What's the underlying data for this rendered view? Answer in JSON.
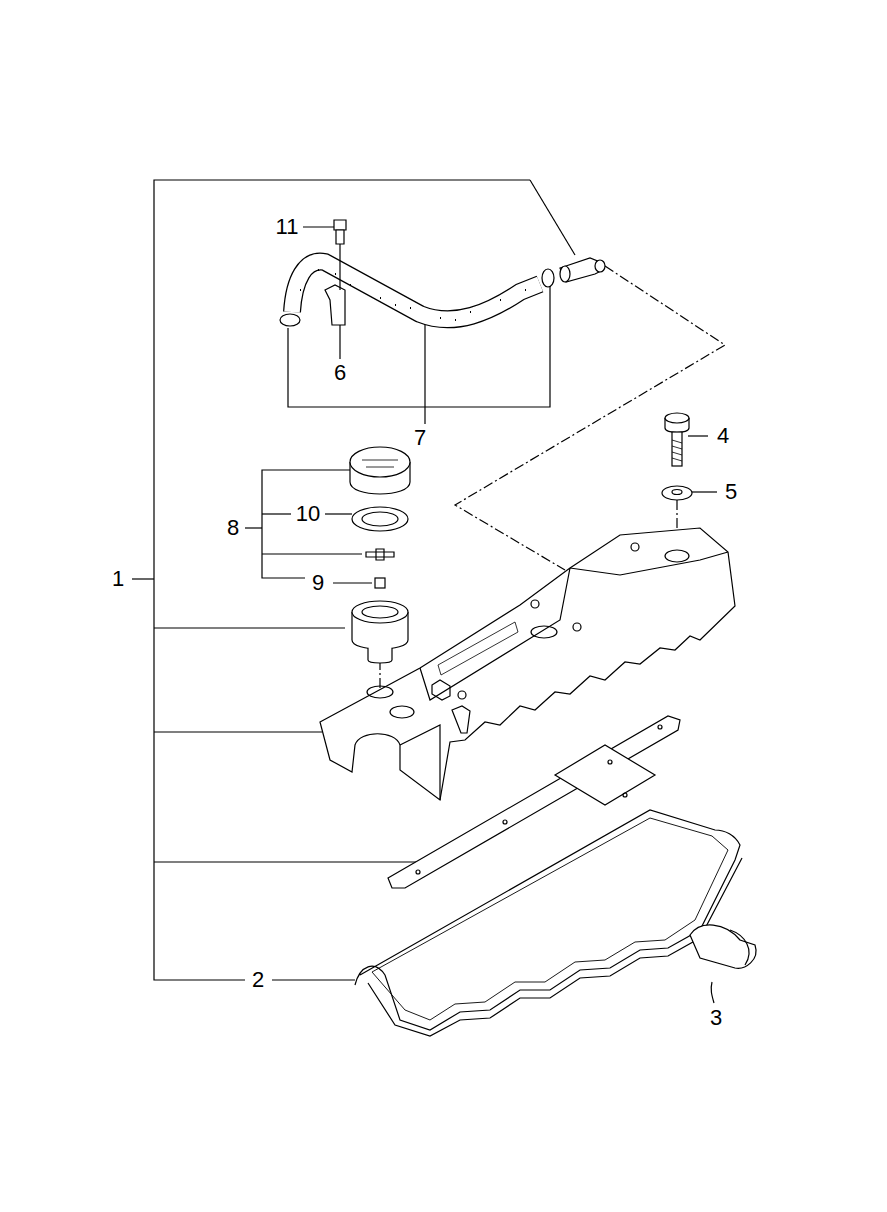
{
  "diagram": {
    "labels": [
      "11",
      "6",
      "7",
      "4",
      "5",
      "10",
      "8",
      "9",
      "1",
      "2",
      "3"
    ]
  }
}
